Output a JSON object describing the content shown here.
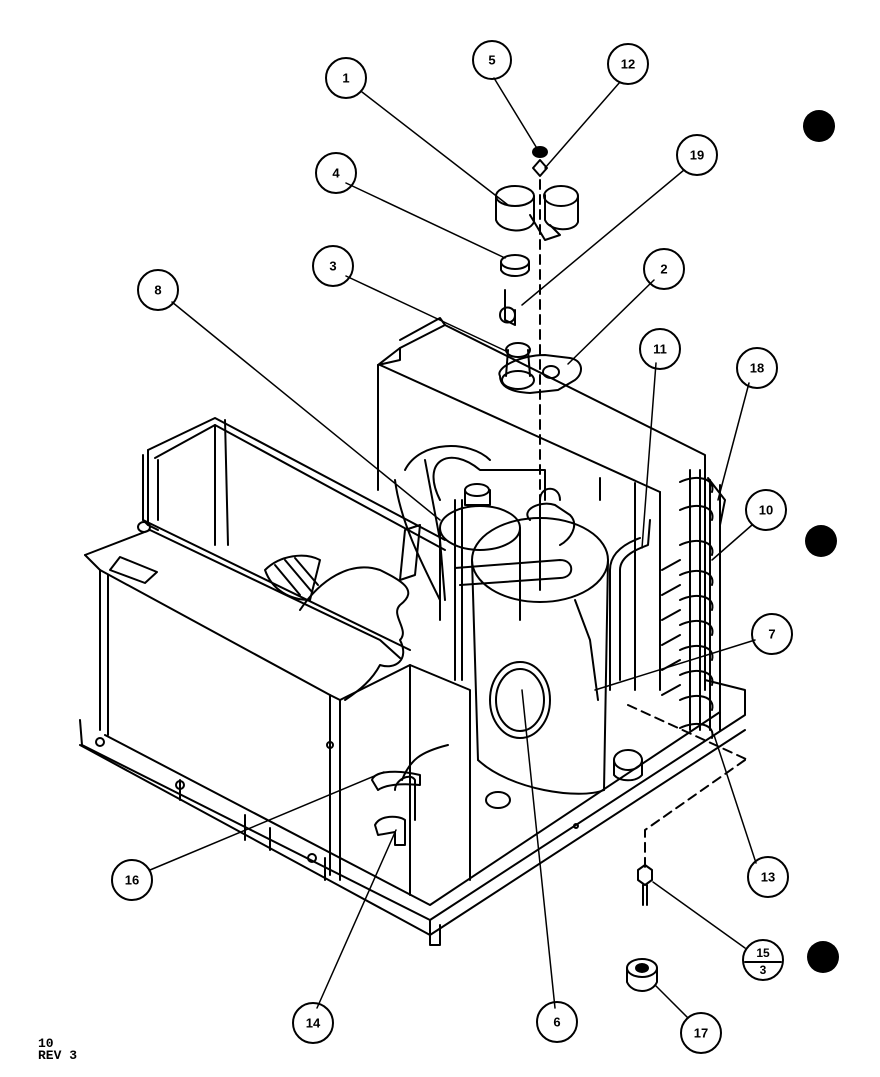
{
  "callouts": {
    "c1": "1",
    "c2": "2",
    "c3": "3",
    "c4": "4",
    "c5": "5",
    "c6": "6",
    "c7": "7",
    "c8": "8",
    "c10": "10",
    "c11": "11",
    "c12": "12",
    "c13": "13",
    "c14": "14",
    "c16": "16",
    "c17": "17",
    "c18": "18",
    "c19": "19",
    "c15_num": "15",
    "c15_den": "3"
  },
  "footer": {
    "page": "10",
    "revision": "REV 3"
  }
}
